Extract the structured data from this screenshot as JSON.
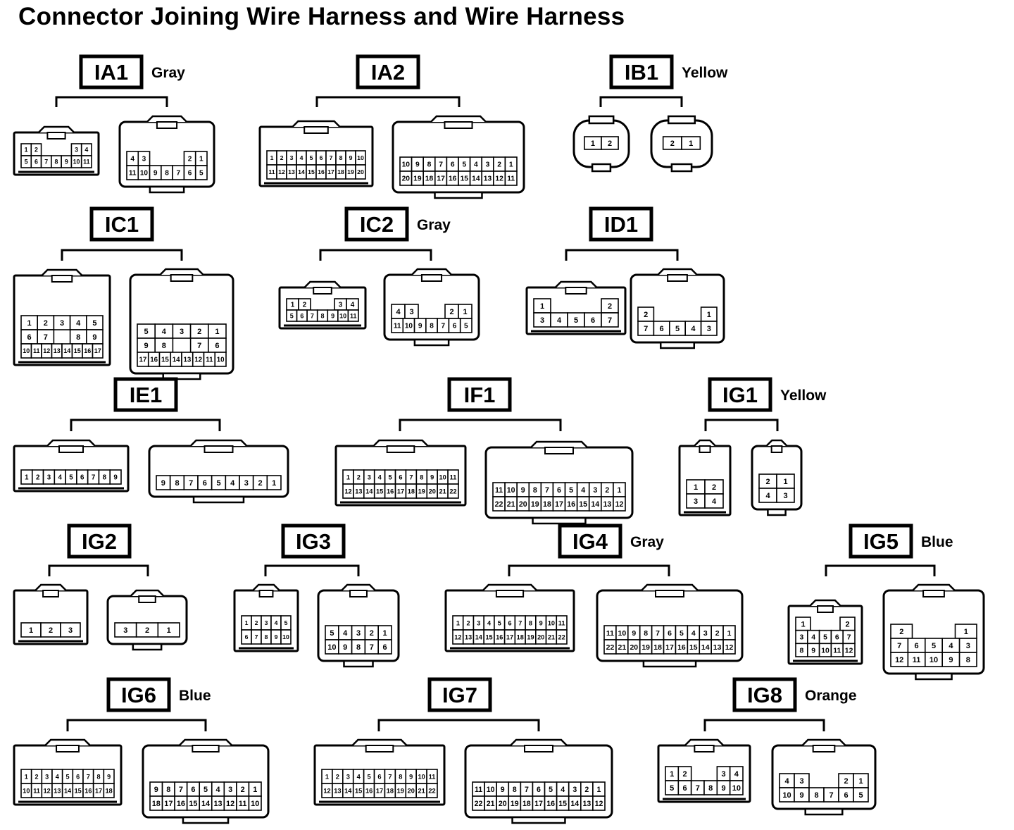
{
  "title": "Connector Joining Wire Harness and Wire Harness",
  "connectors": [
    {
      "id": "IA1",
      "color": "Gray",
      "left": [
        [
          "1",
          "2",
          "",
          "",
          "",
          "3",
          "4"
        ],
        [
          "5",
          "6",
          "7",
          "8",
          "9",
          "10",
          "11"
        ]
      ],
      "right": [
        [
          "4",
          "3",
          "",
          "",
          "",
          "2",
          "1"
        ],
        [
          "11",
          "10",
          "9",
          "8",
          "7",
          "6",
          "5"
        ]
      ]
    },
    {
      "id": "IA2",
      "color": "",
      "left": [
        [
          "1",
          "2",
          "3",
          "4",
          "5",
          "6",
          "7",
          "8",
          "9",
          "10"
        ],
        [
          "11",
          "12",
          "13",
          "14",
          "15",
          "16",
          "17",
          "18",
          "19",
          "20"
        ]
      ],
      "right": [
        [
          "10",
          "9",
          "8",
          "7",
          "6",
          "5",
          "4",
          "3",
          "2",
          "1"
        ],
        [
          "20",
          "19",
          "18",
          "17",
          "16",
          "15",
          "14",
          "13",
          "12",
          "11"
        ]
      ]
    },
    {
      "id": "IB1",
      "color": "Yellow",
      "left": [
        [
          "1",
          "2"
        ]
      ],
      "right": [
        [
          "2",
          "1"
        ]
      ]
    },
    {
      "id": "IC1",
      "color": "",
      "left": [
        [
          "1",
          "2",
          "3",
          "4",
          "5"
        ],
        [
          "6",
          "7",
          "",
          "8",
          "9"
        ],
        [
          "10",
          "11",
          "12",
          "13",
          "14",
          "15",
          "16",
          "17"
        ]
      ],
      "right": [
        [
          "5",
          "4",
          "3",
          "2",
          "1"
        ],
        [
          "9",
          "8",
          "",
          "7",
          "6"
        ],
        [
          "17",
          "16",
          "15",
          "14",
          "13",
          "12",
          "11",
          "10"
        ]
      ]
    },
    {
      "id": "IC2",
      "color": "Gray",
      "left": [
        [
          "1",
          "2",
          "",
          "",
          "3",
          "4"
        ],
        [
          "5",
          "6",
          "7",
          "8",
          "9",
          "10",
          "11"
        ]
      ],
      "right": [
        [
          "4",
          "3",
          "",
          "",
          "2",
          "1"
        ],
        [
          "11",
          "10",
          "9",
          "8",
          "7",
          "6",
          "5"
        ]
      ]
    },
    {
      "id": "ID1",
      "color": "",
      "left": [
        [
          "1",
          "",
          "",
          "",
          "2"
        ],
        [
          "3",
          "4",
          "5",
          "6",
          "7"
        ]
      ],
      "right": [
        [
          "2",
          "",
          "",
          "",
          "1"
        ],
        [
          "7",
          "6",
          "5",
          "4",
          "3"
        ]
      ]
    },
    {
      "id": "IE1",
      "color": "",
      "left": [
        [
          "1",
          "2",
          "3",
          "4",
          "5",
          "6",
          "7",
          "8",
          "9"
        ]
      ],
      "right": [
        [
          "9",
          "8",
          "7",
          "6",
          "5",
          "4",
          "3",
          "2",
          "1"
        ]
      ]
    },
    {
      "id": "IF1",
      "color": "",
      "left": [
        [
          "1",
          "2",
          "3",
          "4",
          "5",
          "6",
          "7",
          "8",
          "9",
          "10",
          "11"
        ],
        [
          "12",
          "13",
          "14",
          "15",
          "16",
          "17",
          "18",
          "19",
          "20",
          "21",
          "22"
        ]
      ],
      "right": [
        [
          "11",
          "10",
          "9",
          "8",
          "7",
          "6",
          "5",
          "4",
          "3",
          "2",
          "1"
        ],
        [
          "22",
          "21",
          "20",
          "19",
          "18",
          "17",
          "16",
          "15",
          "14",
          "13",
          "12"
        ]
      ]
    },
    {
      "id": "IG1",
      "color": "Yellow",
      "left": [
        [
          "1",
          "2"
        ],
        [
          "3",
          "4"
        ]
      ],
      "right": [
        [
          "2",
          "1"
        ],
        [
          "4",
          "3"
        ]
      ]
    },
    {
      "id": "IG2",
      "color": "",
      "left": [
        [
          "1",
          "2",
          "3"
        ]
      ],
      "right": [
        [
          "3",
          "2",
          "1"
        ]
      ]
    },
    {
      "id": "IG3",
      "color": "",
      "left": [
        [
          "1",
          "2",
          "3",
          "4",
          "5"
        ],
        [
          "6",
          "7",
          "8",
          "9",
          "10"
        ]
      ],
      "right": [
        [
          "5",
          "4",
          "3",
          "2",
          "1"
        ],
        [
          "10",
          "9",
          "8",
          "7",
          "6"
        ]
      ]
    },
    {
      "id": "IG4",
      "color": "Gray",
      "left": [
        [
          "1",
          "2",
          "3",
          "4",
          "5",
          "6",
          "7",
          "8",
          "9",
          "10",
          "11"
        ],
        [
          "12",
          "13",
          "14",
          "15",
          "16",
          "17",
          "18",
          "19",
          "20",
          "21",
          "22"
        ]
      ],
      "right": [
        [
          "11",
          "10",
          "9",
          "8",
          "7",
          "6",
          "5",
          "4",
          "3",
          "2",
          "1"
        ],
        [
          "22",
          "21",
          "20",
          "19",
          "18",
          "17",
          "16",
          "15",
          "14",
          "13",
          "12"
        ]
      ]
    },
    {
      "id": "IG5",
      "color": "Blue",
      "left": [
        [
          "1",
          "",
          "",
          "2"
        ],
        [
          "3",
          "4",
          "5",
          "6",
          "7"
        ],
        [
          "8",
          "9",
          "10",
          "11",
          "12"
        ]
      ],
      "right": [
        [
          "2",
          "",
          "",
          "1"
        ],
        [
          "7",
          "6",
          "5",
          "4",
          "3"
        ],
        [
          "12",
          "11",
          "10",
          "9",
          "8"
        ]
      ]
    },
    {
      "id": "IG6",
      "color": "Blue",
      "left": [
        [
          "1",
          "2",
          "3",
          "4",
          "5",
          "6",
          "7",
          "8",
          "9"
        ],
        [
          "10",
          "11",
          "12",
          "13",
          "14",
          "15",
          "16",
          "17",
          "18"
        ]
      ],
      "right": [
        [
          "9",
          "8",
          "7",
          "6",
          "5",
          "4",
          "3",
          "2",
          "1"
        ],
        [
          "18",
          "17",
          "16",
          "15",
          "14",
          "13",
          "12",
          "11",
          "10"
        ]
      ]
    },
    {
      "id": "IG7",
      "color": "",
      "left": [
        [
          "1",
          "2",
          "3",
          "4",
          "5",
          "6",
          "7",
          "8",
          "9",
          "10",
          "11"
        ],
        [
          "12",
          "13",
          "14",
          "15",
          "16",
          "17",
          "18",
          "19",
          "20",
          "21",
          "22"
        ]
      ],
      "right": [
        [
          "11",
          "10",
          "9",
          "8",
          "7",
          "6",
          "5",
          "4",
          "3",
          "2",
          "1"
        ],
        [
          "22",
          "21",
          "20",
          "19",
          "18",
          "17",
          "16",
          "15",
          "14",
          "13",
          "12"
        ]
      ]
    },
    {
      "id": "IG8",
      "color": "Orange",
      "left": [
        [
          "1",
          "2",
          "",
          "",
          "3",
          "4"
        ],
        [
          "5",
          "6",
          "7",
          "8",
          "9",
          "10"
        ]
      ],
      "right": [
        [
          "4",
          "3",
          "",
          "",
          "2",
          "1"
        ],
        [
          "10",
          "9",
          "8",
          "7",
          "6",
          "5"
        ]
      ]
    }
  ]
}
